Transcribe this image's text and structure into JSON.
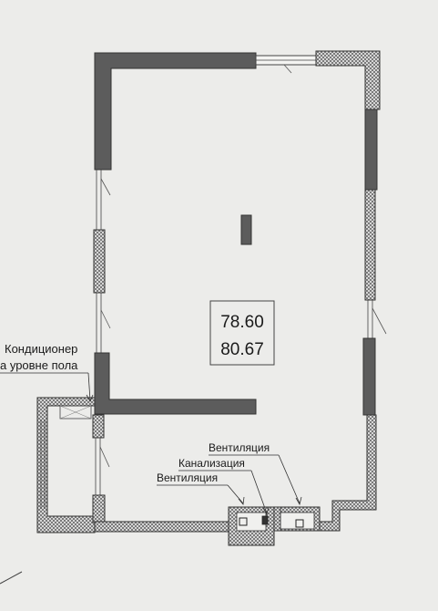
{
  "area": {
    "primary": "78.60",
    "secondary": "80.67"
  },
  "labels": {
    "ac": "Кондиционер",
    "ac_floor": "а уровне пола",
    "vent_right": "Вентиляция",
    "sewer": "Канализация",
    "vent_left": "Вентиляция"
  },
  "colors": {
    "background": "#ececea",
    "solid_wall": "#5c5c5c",
    "hatched_wall_fill": "#d9d9d9",
    "hatch_line": "#6e6e6e",
    "outline": "#333333"
  }
}
